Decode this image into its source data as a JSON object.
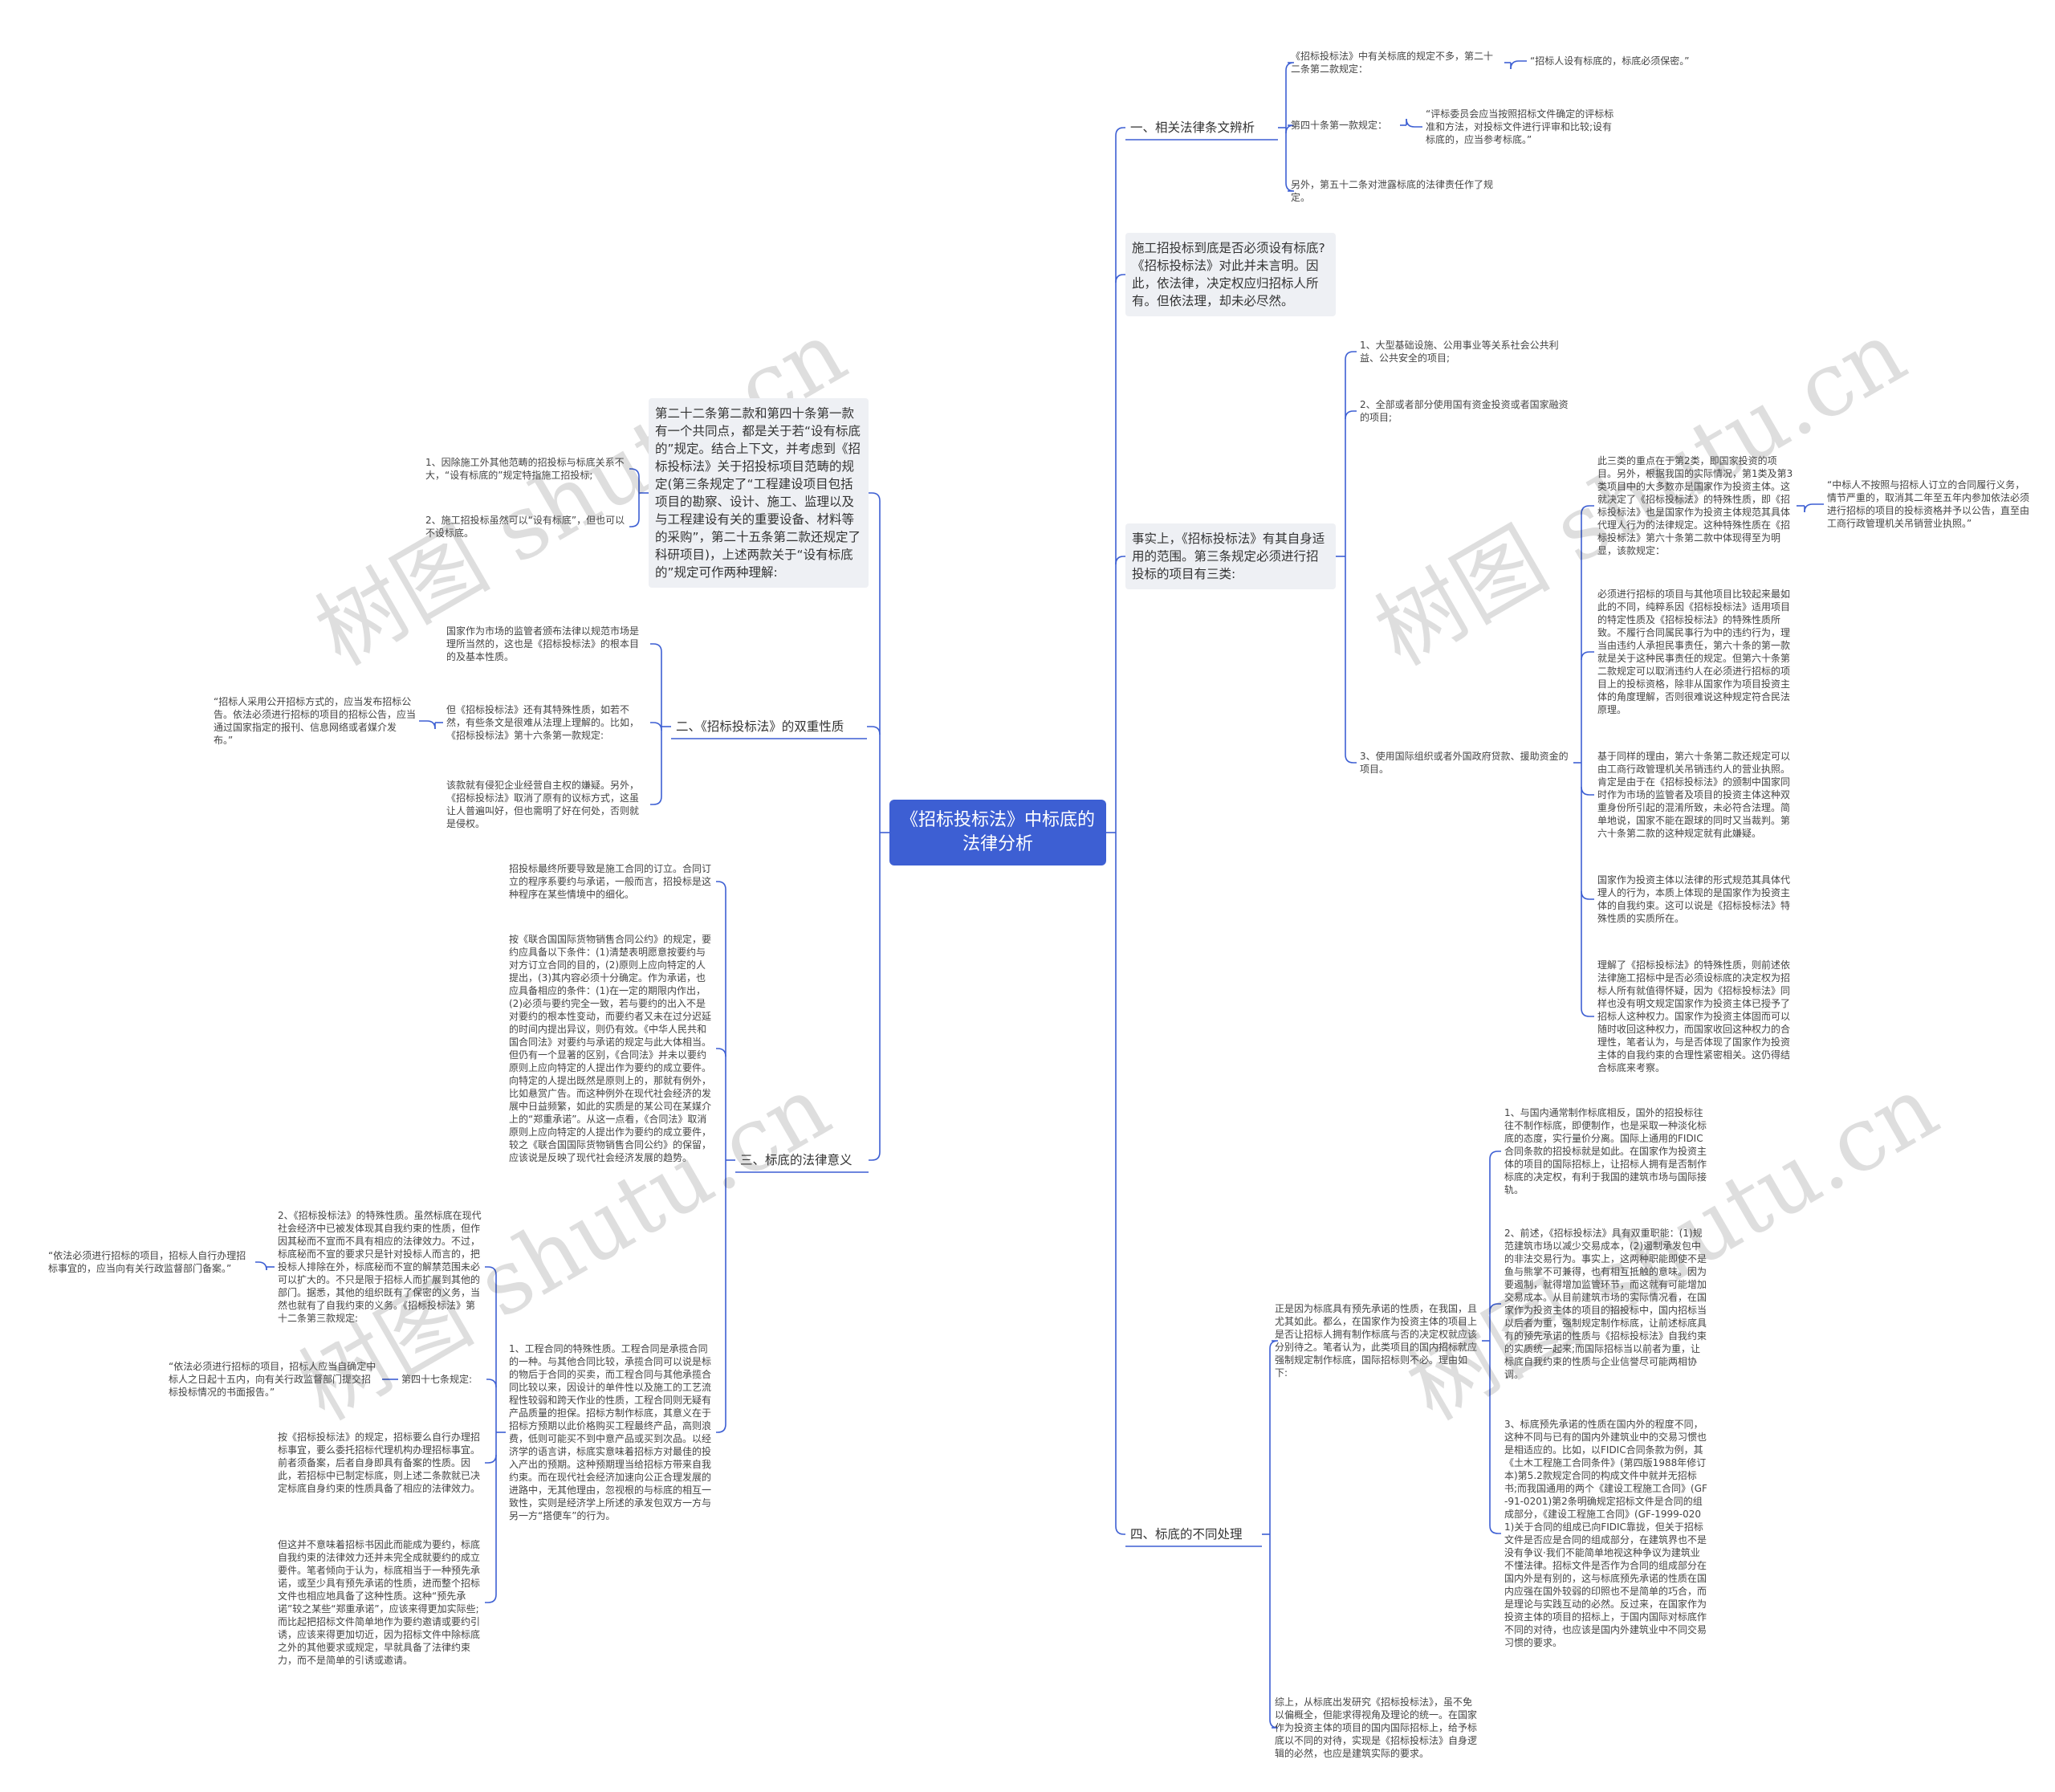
{
  "root": {
    "title": "《招标投标法》中标底的法律分析"
  },
  "watermark": "树图 shutu.cn",
  "right": {
    "b1": {
      "label": "一、相关法律条文辨析",
      "items": [
        {
          "text": "《招标投标法》中有关标底的规定不多，第二十二条第二款规定：",
          "quote": "“招标人设有标底的，标底必须保密。”"
        },
        {
          "text": "第四十条第一款规定：",
          "quote": "“评标委员会应当按照招标文件确定的评标标准和方法，对投标文件进行评审和比较;设有标底的，应当参考标底。”"
        },
        {
          "text": "另外，第五十二条对泄露标底的法律责任作了规定。"
        }
      ]
    },
    "b2": {
      "text": "施工招投标到底是否必须设有标底?《招标投标法》对此并未言明。因此，依法律，决定权应归招标人所有。但依法理，却未必尽然。"
    },
    "b3": {
      "label": "事实上，《招标投标法》有其自身适用的范围。第三条规定必须进行招投标的项目有三类:",
      "items": [
        "1、大型基础设施、公用事业等关系社会公共利益、公共安全的项目;",
        "2、全部或者部分使用国有资金投资或者国家融资的项目;",
        "3、使用国际组织或者外国政府贷款、援助资金的项目。"
      ],
      "sub": [
        {
          "text": "此三类的重点在于第2类，即国家投资的项目。另外，根据我国的实际情况，第1类及第3类项目中的大多数亦是国家作为投资主体。这就决定了《招标投标法》的特殊性质，即《招标投标法》也是国家作为投资主体规范其具体代理人行为的法律规定。这种特殊性质在《招标投标法》第六十条第二款中体现得至为明显，该款规定：",
          "quote": "“中标人不按照与招标人订立的合同履行义务，情节严重的，取消其二年至五年内参加依法必须进行招标的项目的投标资格并予以公告，直至由工商行政管理机关吊销营业执照。”"
        },
        {
          "text": "必须进行招标的项目与其他项目比较起来最如此的不同，纯粹系因《招标投标法》适用项目的特定性质及《招标投标法》的特殊性质所致。不履行合同属民事行为中的违约行为，理当由违约人承担民事责任，第六十条的第一款就是关于这种民事责任的规定。但第六十条第二款规定可以取消违约人在必须进行招标的项目上的投标资格，除非从国家作为项目投资主体的角度理解，否则很难说这种规定符合民法原理。"
        },
        {
          "text": "基于同样的理由，第六十条第二款还规定可以由工商行政管理机关吊销违约人的营业执照。肯定是由于在《招标投标法》的颁制中国家同时作为市场的监管者及项目的投资主体这种双重身份所引起的混淆所致，未必符合法理。简单地说，国家不能在跟球的同时又当裁判。第六十条第二款的这种规定就有此嫌疑。"
        },
        {
          "text": "国家作为投资主体以法律的形式规范其具体代理人的行为，本质上体现的是国家作为投资主体的自我约束。这可以说是《招标投标法》特殊性质的实质所在。"
        },
        {
          "text": "理解了《招标投标法》的特殊性质，则前述依法律施工招标中是否必须设标底的决定权为招标人所有就值得怀疑，因为《招标投标法》同样也没有明文规定国家作为投资主体已授予了招标人这种权力。国家作为投资主体固而可以随时收回这种权力，而国家收回这种权力的合理性，笔者认为，与是否体现了国家作为投资主体的自我约束的合理性紧密相关。这仍得结合标底来考察。"
        }
      ]
    },
    "b4": {
      "label": "四、标底的不同处理",
      "intro": "正是因为标底具有预先承诺的性质，在我国，且尤其如此。都么，在国家作为投资主体的项目上是否让招标人拥有制作标底与否的决定权就应该分别待之。笔者认为，此类项目的国内招标就应强制规定制作标底，国际招标则不必。理由如下:",
      "items": [
        "1、与国内通常制作标底相反，国外的招投标往往不制作标底，即便制作，也是采取一种淡化标底的态度，实行量价分离。国际上通用的FIDIC合同条款的招投标就是如此。在国家作为投资主体的项目的国际招标上，让招标人拥有是否制作标底的决定权，有利于我国的建筑市场与国际接轨。",
        "2、前述，《招标投标法》具有双重职能：(1)规范建筑市场以减少交易成本，(2)遏制承发包中的非法交易行为。事实上，这两种职能即使不是鱼与熊掌不可兼得，也有相互抵触的意味。因为要遏制，就得增加监管环节，而这就有可能增加交易成本。从目前建筑市场的实际情况看，在国家作为投资主体的项目的招投标中，国内招标当以后者为重，强制规定制作标底，让前述标底具有的预先承诺的性质与《招标投标法》自我约束的实质统一起来;而国际招标当以前者为重，让标底自我约束的性质与企业信誉尽可能两相协调。",
        "3、标底预先承诺的性质在国内外的程度不同，这种不同与已有的国内外建筑业中的交易习惯也是相适应的。比如，以FIDIC合同条款为例，其《土木工程施工合同条件》(第四版1988年修订本)第5.2款规定合同的构成文件中就并无招标书;而我国通用的两个《建设工程施工合同》(GF-91-0201)第2条明确规定招标文件是合同的组成部分，《建设工程施工合同》(GF-1999-0201)关于合同的组成已向FIDIC靠拢，但关于招标文件是否应是合同的组成部分，在建筑界也不是没有争议·我们不能简单地视这种争议为建筑业不懂法律。招标文件是否作为合同的组成部分在国内外是有别的，这与标底预先承诺的性质在国内应强在国外较弱的印照也不是简单的巧合，而是理论与实践互动的必然。反过来，在国家作为投资主体的项目的招标上，于国内国际对标底作不同的对待，也应该是国内外建筑业中不同交易习惯的要求。"
      ],
      "conclusion": "综上，从标底出发研究《招标投标法》，虽不免以偏概全，但能求得视角及理论的统一。在国家作为投资主体的项目的国内国际招标上，给予标底以不同的对待，实现是《招标投标法》自身逻辑的必然，也应是建筑实际的要求。"
    }
  },
  "left": {
    "b1": {
      "text": "第二十二条第二款和第四十条第一款有一个共同点，都是关于若“设有标底的”规定。结合上下文，并考虑到《招标投标法》关于招投标项目范畴的规定(第三条规定了“工程建设项目包括项目的勘察、设计、施工、监理以及与工程建设有关的重要设备、材料等的采购”，第二十五条第二款还规定了科研项目)，上述两款关于“设有标底的”规定可作两种理解:",
      "items": [
        "1、因除施工外其他范畴的招投标与标底关系不大，“设有标底的”规定特指施工招投标;",
        "2、施工招投标虽然可以“设有标底”，但也可以不设标底。"
      ]
    },
    "b2": {
      "label": "二、《招标投标法》的双重性质",
      "items": [
        {
          "text": "国家作为市场的监管者颁布法律以规范市场是理所当然的，这也是《招标投标法》的根本目的及基本性质。"
        },
        {
          "text": "但《招标投标法》还有其特殊性质，如若不然，有些条文是很难从法理上理解的。比如，《招标投标法》第十六条第一款规定:",
          "quote": "“招标人采用公开招标方式的，应当发布招标公告。依法必须进行招标的项目的招标公告，应当通过国家指定的报刊、信息网络或者媒介发布。”"
        },
        {
          "text": "该款就有侵犯企业经营自主权的嫌疑。另外，《招标投标法》取消了原有的议标方式，这虽让人普遍叫好，但也需明了好在何处，否则就是侵权。"
        }
      ]
    },
    "b3": {
      "label": "三、标底的法律意义",
      "items": [
        {
          "text": "招投标最终所要导致是施工合同的订立。合同订立的程序系要约与承诺，一般而言，招投标是这种程序在某些情境中的细化。"
        },
        {
          "text": "按《联合国国际货物销售合同公约》的规定，要约应具备以下条件：(1)清楚表明愿意按要约与对方订立合同的目的，(2)原则上应向特定的人提出，(3)其内容必须十分确定。作为承诺，也应具备相应的条件：(1)在一定的期限内作出，(2)必须与要约完全一致，若与要约的出入不是对要约的根本性变动，而要约者又未在过分迟延的时间内提出异议，则仍有效。《中华人民共和国合同法》对要约与承诺的规定与此大体相当。但仍有一个显著的区别，《合同法》并未以要约原则上应向特定的人提出作为要约的成立要件。向特定的人提出既然是原则上的，那就有例外，比如悬赏广告。而这种例外在现代社会经济的发展中日益频繁，如此的实质是的某公司在某媒介上的“郑重承诺”。从这一点看，《合同法》取消原则上应向特定的人提出作为要约的成立要件，较之《联合国国际货物销售合同公约》的保留，应该说是反映了现代社会经济发展的趋势。"
        },
        {
          "text": "1、工程合同的特殊性质。工程合同是承揽合同的一种。与其他合同比较，承揽合同可以说是标的物后于合同的买卖，而工程合同与其他承揽合同比较以来，因设计的单件性以及施工的工艺流程性较弱和跨天作业的性质，工程合同则无疑有产品质量的担保。招标方制作标底，其意义在于招标方预期以此价格购买工程最终产品，高则浪费，低则可能买不到中意产品或买到次品。以经济学的语言讲，标底实意味着招标方对最佳的投入产出的预期。这种预期理当给招标方带来自我约束。而在现代社会经济加速向公正合理发展的进路中，无其他理由，忽视根的与标底的相互一致性，实则是经济学上所述的承发包双方一方与另一方“搭便车”的行为。"
        },
        {
          "text": "2、《招标投标法》的特殊性质。虽然标底在现代社会经济中已被发体现其自我约束的性质，但作因其秘而不宣而不具有相应的法律效力。不过，标底秘而不宣的要求只是针对投标人而言的，把投标人排除在外，标底秘而不宣的解禁范围未必可以扩大的。不只是限于招标人而扩展到其他的部门。据悉，其他的组织既有了保密的义务，当然也就有了自我约束的义务。《招标投标法》第十二条第三款规定:",
          "quote": "“依法必须进行招标的项目，招标人自行办理招标事宜的，应当向有关行政监督部门备案。”"
        },
        {
          "text": "第四十七条规定:",
          "quote": "“依法必须进行招标的项目，招标人应当自确定中标人之日起十五内，向有关行政监督部门提交招标投标情况的书面报告。”"
        },
        {
          "text": "按《招标投标法》的规定，招标要么自行办理招标事宜，要么委托招标代理机构办理招标事宜。前者须备案，后者自身即具有备案的性质。因此，若招标中已制定标底，则上述二条款就已决定标底自身约束的性质具备了相应的法律效力。"
        },
        {
          "text": "但这并不意味着招标书因此而能成为要约，标底自我约束的法律效力还并未完全成就要约的成立要件。笔者倾向于认为，标底相当于一种预先承诺，或至少具有预先承诺的性质，进而整个招标文件也相应地具备了这种性质。这种“预先承诺”较之某些“郑重承诺”，应该来得更加实际些;而比起把招标文件简单地作为要约邀请或要约引诱，应该来得更加切近，因为招标文件中除标底之外的其他要求或规定，早就具备了法律约束力，而不是简单的引诱或邀请。"
        }
      ]
    }
  }
}
